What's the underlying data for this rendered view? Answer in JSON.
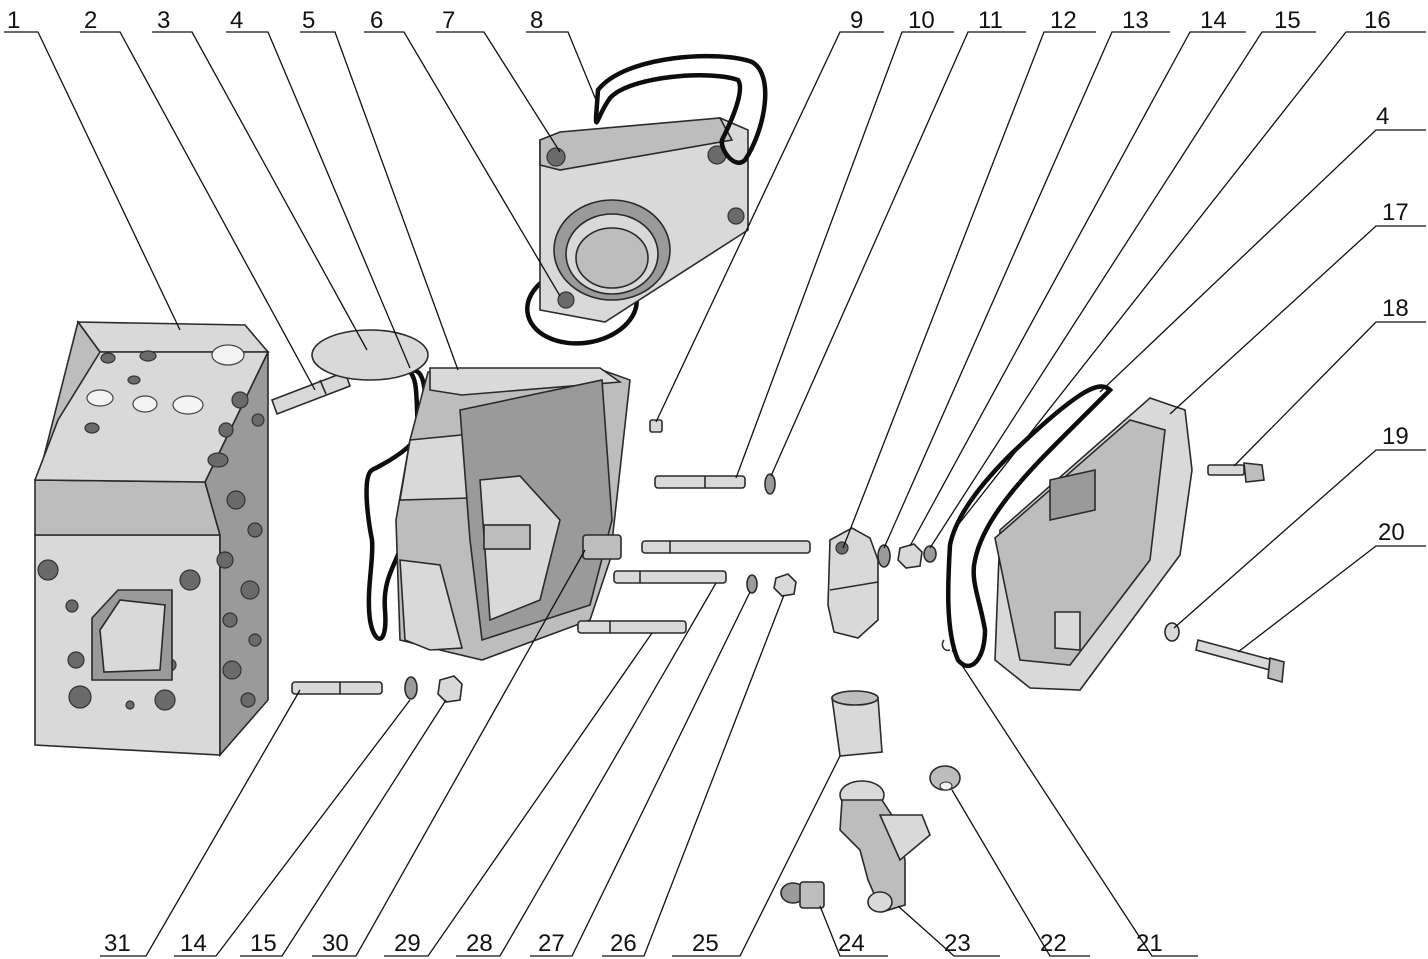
{
  "labels": {
    "top": [
      "1",
      "2",
      "3",
      "4",
      "5",
      "6",
      "7",
      "8",
      "9",
      "10",
      "11",
      "12",
      "13",
      "14",
      "15",
      "16"
    ],
    "right": [
      "4",
      "17",
      "18",
      "19",
      "20"
    ],
    "bottom": [
      "31",
      "14",
      "15",
      "30",
      "29",
      "28",
      "27",
      "26",
      "25",
      "24",
      "23",
      "22",
      "21"
    ]
  },
  "colors": {
    "ink": "#111111",
    "metal_light": "#d9d9d9",
    "metal_mid": "#bdbdbd",
    "metal_dark": "#9a9a9a",
    "seal": "#0d0d0d"
  }
}
